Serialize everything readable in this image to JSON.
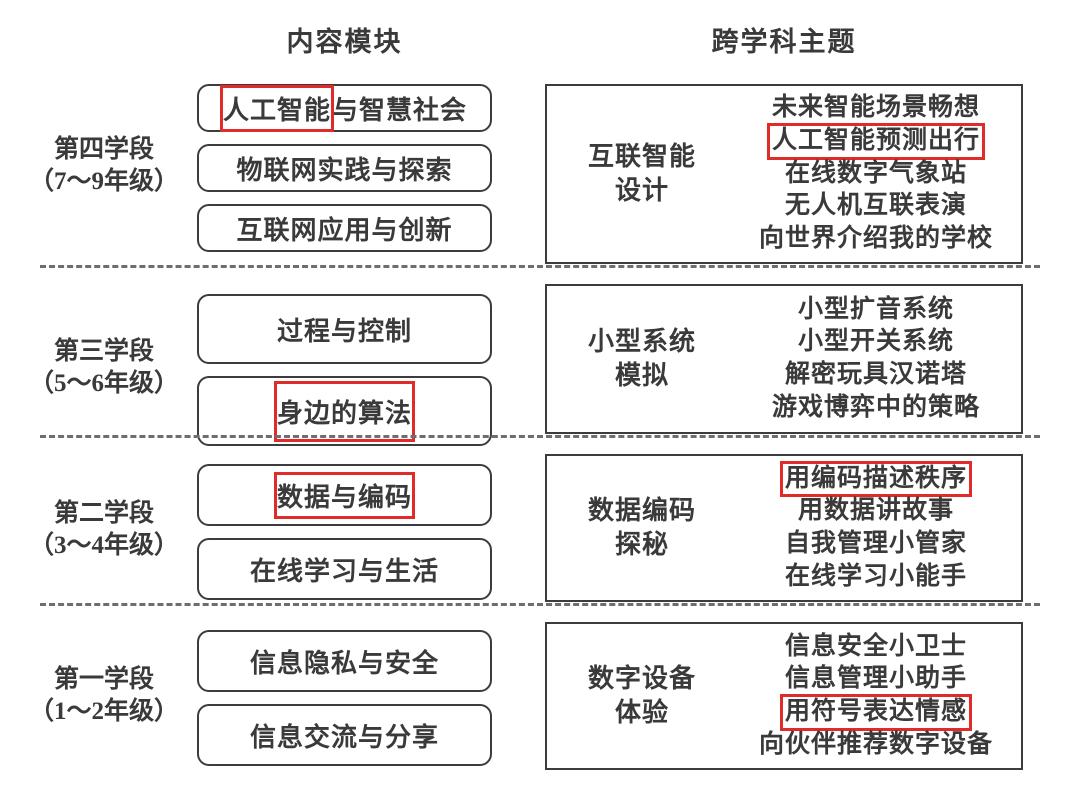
{
  "headers": {
    "left": "内容模块",
    "right": "跨学科主题"
  },
  "colors": {
    "highlight": "#e02b28",
    "stroke": "#3c3c3c",
    "text": "#3a3a3a"
  },
  "stages": [
    {
      "name_line1": "第四学段",
      "name_line2": "（7～9年级）",
      "modules": [
        {
          "prefix": "人工智能",
          "suffix": "与智慧社会",
          "highlight": "prefix"
        },
        {
          "prefix": "",
          "suffix": "物联网实践与探索",
          "highlight": "none"
        },
        {
          "prefix": "",
          "suffix": "互联网应用与创新",
          "highlight": "none"
        }
      ],
      "panel": {
        "title_line1": "互联智能",
        "title_line2": "设计",
        "topics": [
          {
            "text": "未来智能场景畅想",
            "highlight": false
          },
          {
            "text": "人工智能预测出行",
            "highlight": true
          },
          {
            "text": "在线数字气象站",
            "highlight": false
          },
          {
            "text": "无人机互联表演",
            "highlight": false
          },
          {
            "text": "向世界介绍我的学校",
            "highlight": false
          }
        ]
      }
    },
    {
      "name_line1": "第三学段",
      "name_line2": "（5～6年级）",
      "modules": [
        {
          "prefix": "",
          "suffix": "过程与控制",
          "highlight": "none"
        },
        {
          "prefix": "身边的算法",
          "suffix": "",
          "highlight": "prefix-tall"
        }
      ],
      "panel": {
        "title_line1": "小型系统",
        "title_line2": "模拟",
        "topics": [
          {
            "text": "小型扩音系统",
            "highlight": false
          },
          {
            "text": "小型开关系统",
            "highlight": false
          },
          {
            "text": "解密玩具汉诺塔",
            "highlight": false
          },
          {
            "text": "游戏博弈中的策略",
            "highlight": false
          }
        ]
      }
    },
    {
      "name_line1": "第二学段",
      "name_line2": "（3～4年级）",
      "modules": [
        {
          "prefix": "数据与编码",
          "suffix": "",
          "highlight": "prefix"
        },
        {
          "prefix": "",
          "suffix": "在线学习与生活",
          "highlight": "none"
        }
      ],
      "panel": {
        "title_line1": "数据编码",
        "title_line2": "探秘",
        "topics": [
          {
            "text": "用编码描述秩序",
            "highlight": true
          },
          {
            "text": "用数据讲故事",
            "highlight": false
          },
          {
            "text": "自我管理小管家",
            "highlight": false
          },
          {
            "text": "在线学习小能手",
            "highlight": false
          }
        ]
      }
    },
    {
      "name_line1": "第一学段",
      "name_line2": "（1～2年级）",
      "modules": [
        {
          "prefix": "",
          "suffix": "信息隐私与安全",
          "highlight": "none"
        },
        {
          "prefix": "",
          "suffix": "信息交流与分享",
          "highlight": "none"
        }
      ],
      "panel": {
        "title_line1": "数字设备",
        "title_line2": "体验",
        "topics": [
          {
            "text": "信息安全小卫士",
            "highlight": false
          },
          {
            "text": "信息管理小助手",
            "highlight": false
          },
          {
            "text": "用符号表达情感",
            "highlight": true
          },
          {
            "text": "向伙伴推荐数字设备",
            "highlight": false
          }
        ]
      }
    }
  ]
}
